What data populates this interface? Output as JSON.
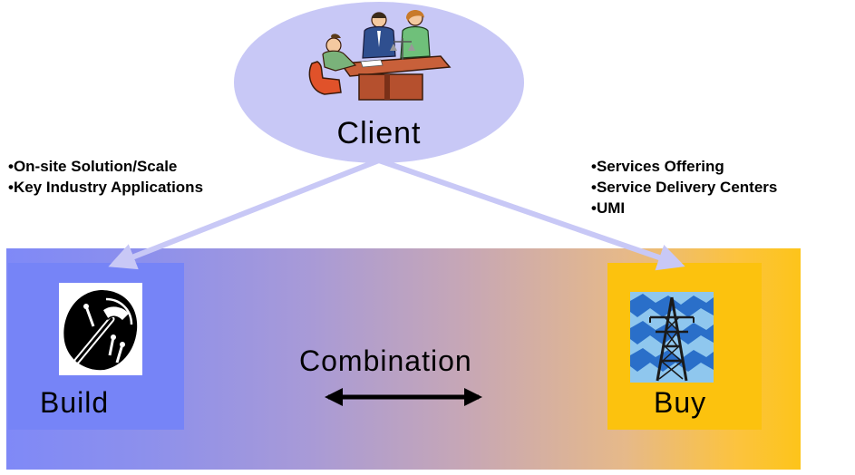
{
  "client": {
    "label": "Client",
    "image_icon": "business-meeting-icon"
  },
  "build_links": {
    "items": [
      "On-site Solution/Scale",
      "Key Industry Applications"
    ]
  },
  "buy_links": {
    "items": [
      "Services Offering",
      "Service Delivery Centers",
      "UMI"
    ]
  },
  "build": {
    "label": "Build",
    "icon": "tools-icon",
    "color": "#7684f7"
  },
  "buy": {
    "label": "Buy",
    "icon": "power-tower-icon",
    "color": "#fcc20e"
  },
  "combination": {
    "label": "Combination"
  },
  "colors": {
    "ellipse": "#c8c8f6",
    "arrow": "#c8c8f6",
    "band_left": "#7f89f7",
    "band_right": "#fdc41a"
  }
}
